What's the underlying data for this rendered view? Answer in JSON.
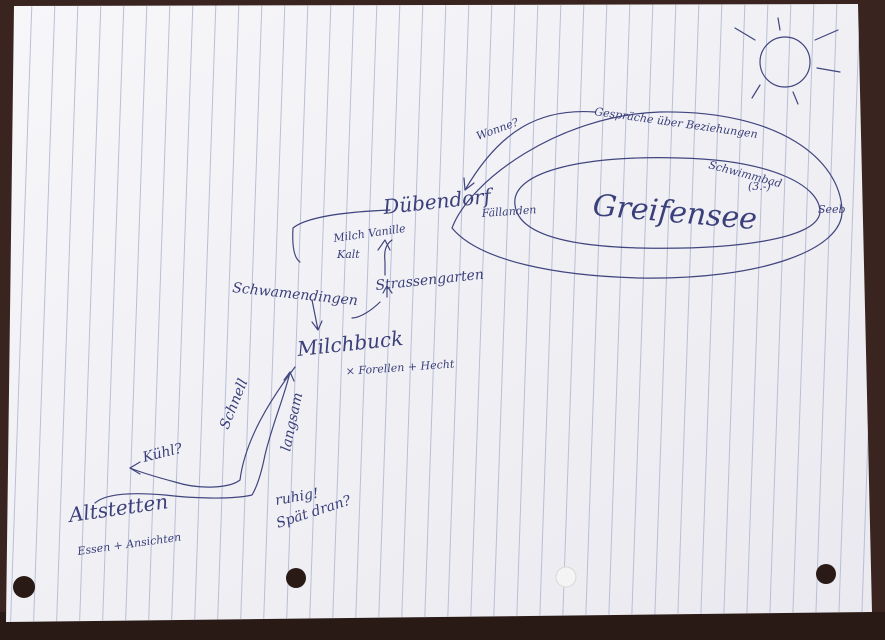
{
  "photo": {
    "subject": "handwritten mind-map sketch on lined paper",
    "paper_color": "#f3f3f6",
    "line_color": "#b9bfd6",
    "ink_color": "#3b3f7a",
    "table_color": "#3a2420"
  },
  "labels": {
    "wonne": "Wonne?",
    "gespraeche": "Gespräche über Beziehungen",
    "schwimmbad": "Schwimmbad",
    "schwimmbad_note": "(3.-)",
    "greifensee": "Greifensee",
    "fallanden": "Fällanden",
    "seeb": "Seeb",
    "duebendorf": "Dübendorf",
    "milch_vanille": "Milch Vanille",
    "kalt": "Kalt",
    "schwamendingen": "Schwamendingen",
    "strassengarten": "Strassengarten",
    "milchbuck": "Milchbuck",
    "forellen": "× Forellen + Hecht",
    "schnell": "Schnell",
    "langsam": "langsam",
    "kuehl": "Kühl?",
    "altstetten": "Altstetten",
    "essen": "Essen + Ansichten",
    "ruhig": "ruhig!",
    "spaet": "Spät dran?"
  }
}
